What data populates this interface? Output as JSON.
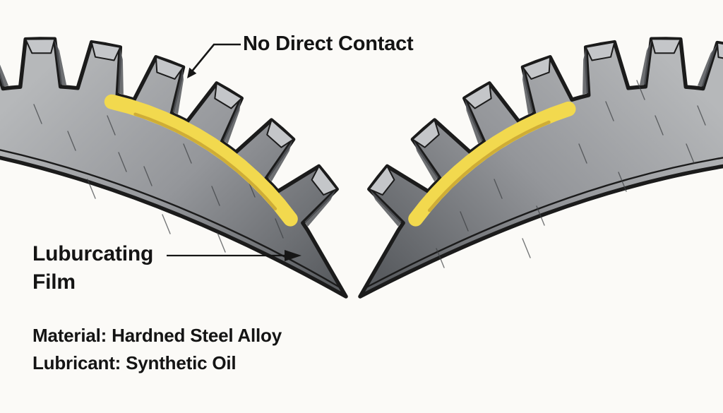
{
  "title": "Gear mesh lubrication illustration",
  "labels": {
    "no_direct_contact": "No Direct Contact",
    "lubricating_film": {
      "line1": "Luburcating",
      "line2": "Film"
    },
    "material": "Material: Hardned Steel Alloy",
    "lubricant": "Lubricant: Synthetic Oil"
  },
  "colors": {
    "background": "#fbfaf7",
    "gear_body_light": "#b6b8ba",
    "gear_body_mid": "#94969a",
    "gear_body_dark": "#595c60",
    "tooth_facet": "#c4c6c9",
    "flank_shadow": "#54565a",
    "outline": "#1b1b1b",
    "film": "#f2d94e",
    "film_shadow": "#c9a433",
    "scratch": "#3c3e42",
    "text": "#141414",
    "annotation_line": "#161616"
  }
}
